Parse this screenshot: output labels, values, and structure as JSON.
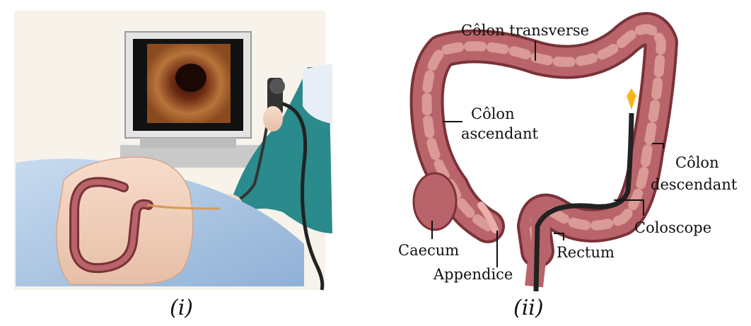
{
  "panel_i": {
    "caption": "(i)"
  },
  "panel_ii": {
    "caption": "(ii)",
    "labels": {
      "colon_transverse": "Côlon transverse",
      "colon_ascending_1": "Côlon",
      "colon_ascending_2": "ascendant",
      "colon_descending_1": "Côlon",
      "colon_descending_2": "descendant",
      "caecum": "Caecum",
      "appendix": "Appendice",
      "rectum": "Rectum",
      "colonoscope": "Coloscope"
    }
  },
  "colors": {
    "colon": "#b8646a",
    "colon_light": "#e8b0a8",
    "colon_dark": "#7a3238",
    "drape": "#a9c3e0",
    "skin": "#f1d3bf",
    "gown": "#2a8a8c",
    "monitor": "#d8d8d8"
  }
}
